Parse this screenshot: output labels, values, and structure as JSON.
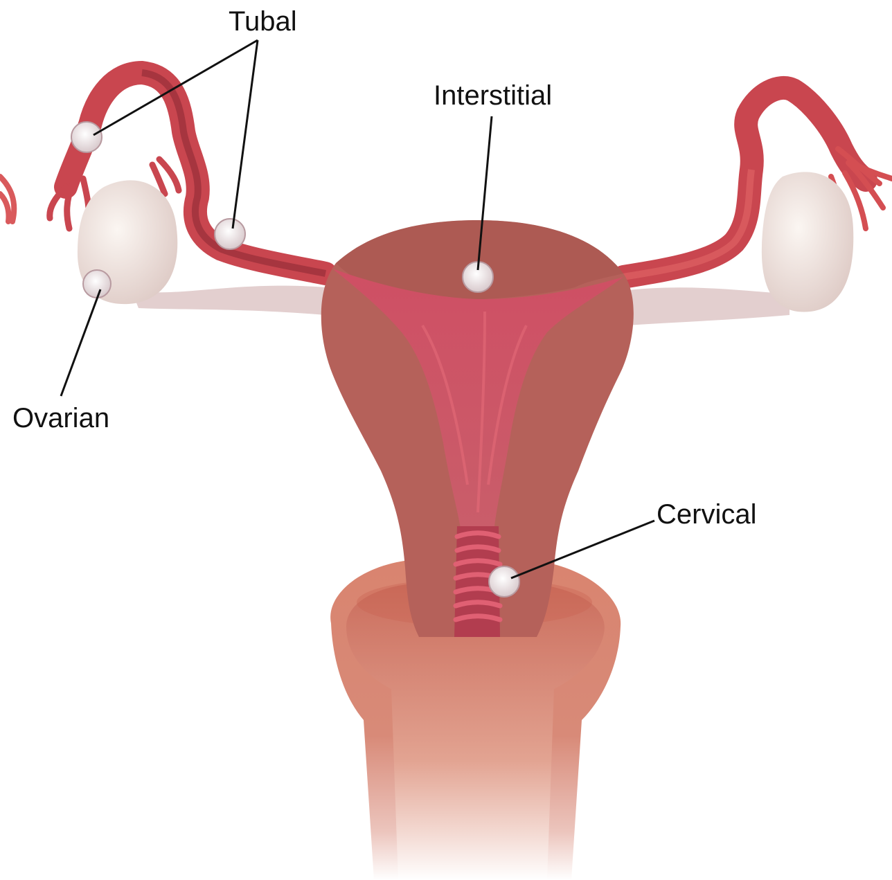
{
  "labels": {
    "tubal": "Tubal",
    "interstitial": "Interstitial",
    "ovarian": "Ovarian",
    "cervical": "Cervical"
  },
  "colors": {
    "uterine_wall": "#b5615a",
    "cavity": "#c64a5c",
    "tube": "#c9464f",
    "tube_dark": "#8f2a36",
    "ovary": "#f1e6e1",
    "ligament": "#e3cfcf",
    "vagina": "#d47563",
    "background": "#ffffff"
  }
}
